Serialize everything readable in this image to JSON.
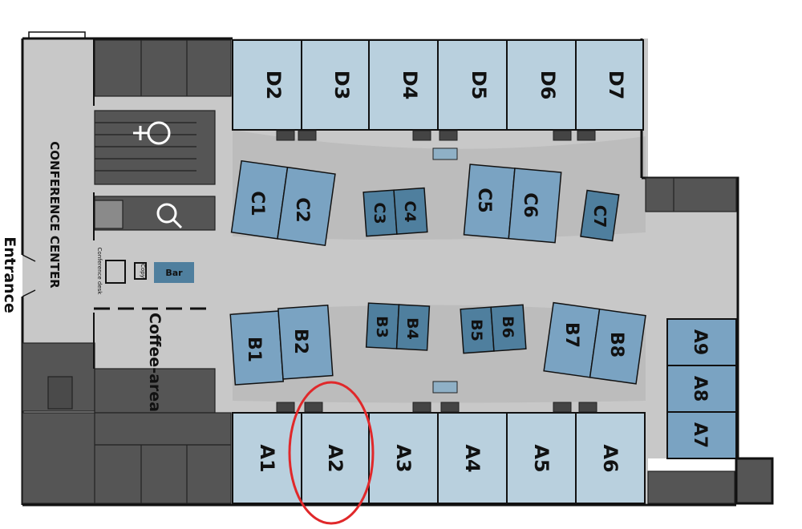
{
  "map": {
    "labels": {
      "entrance": "Entrance",
      "conference_center": "CONFERENCE CENTER",
      "coffee_area": "Coffee-area",
      "conference_desk": "Conference desk",
      "bar": "Bar",
      "copy": "Copy"
    },
    "booths": {
      "a1": "A1",
      "a2": "A2",
      "a3": "A3",
      "a4": "A4",
      "a5": "A5",
      "a6": "A6",
      "a7": "A7",
      "a8": "A8",
      "a9": "A9",
      "b1": "B1",
      "b2": "B2",
      "b3": "B3",
      "b4": "B4",
      "b5": "B5",
      "b6": "B6",
      "b7": "B7",
      "b8": "B8",
      "c1": "C1",
      "c2": "C2",
      "c3": "C3",
      "c4": "C4",
      "c5": "C5",
      "c6": "C6",
      "c7": "C7",
      "d2": "D2",
      "d3": "D3",
      "d4": "D4",
      "d5": "D5",
      "d6": "D6",
      "d7": "D7"
    },
    "icons": {
      "female_restroom": "female-restroom-icon",
      "male_restroom": "male-restroom-icon"
    },
    "highlight": {
      "booth": "A2",
      "color": "#e0282a"
    },
    "colors": {
      "floor": "#c8c8c8",
      "light_booth": "#b9d0de",
      "mid_booth": "#7aa3c2",
      "dark_booth": "#4f7f9e",
      "service": "#555555",
      "wall": "#111111",
      "bar": "#4f7f9e"
    }
  }
}
